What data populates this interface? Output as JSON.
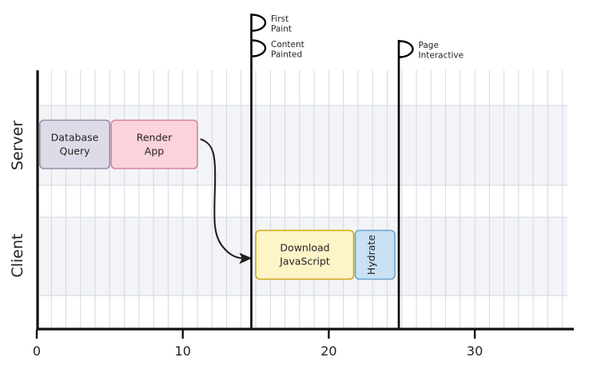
{
  "chart_data": {
    "type": "bar",
    "title": "",
    "subtitle": "",
    "xlabel": "",
    "ylabel": "",
    "xlim": [
      0,
      36.7
    ],
    "xticks": [
      0,
      10,
      20,
      30
    ],
    "xtick_labels": [
      "0",
      "10",
      "20",
      "30"
    ],
    "minor_tick_step": 1,
    "grid": true,
    "legend": "none",
    "orientation": "horizontal-timeline",
    "lanes": [
      {
        "name": "Server",
        "label": "Server"
      },
      {
        "name": "Client",
        "label": "Client"
      }
    ],
    "series": [
      {
        "name": "Database Query",
        "lane": "Server",
        "start": 0.2,
        "end": 5.0,
        "duration": 4.8,
        "fill": "#dedbe8",
        "stroke": "#958fa8"
      },
      {
        "name": "Render App",
        "lane": "Server",
        "start": 5.1,
        "end": 11.0,
        "duration": 5.9,
        "fill": "#fad3dc",
        "stroke": "#d4849c"
      },
      {
        "name": "Download JavaScript",
        "lane": "Client",
        "start": 15.0,
        "end": 21.7,
        "duration": 6.7,
        "fill": "#fdf4c8",
        "stroke": "#ccaa10"
      },
      {
        "name": "Hydrate",
        "lane": "Client",
        "start": 21.8,
        "end": 24.5,
        "duration": 2.7,
        "fill": "#c8e1f3",
        "stroke": "#6ba4cc"
      }
    ],
    "markers": [
      {
        "name": "First Paint",
        "label_line1": "First",
        "label_line2": "Paint",
        "x": 15.0
      },
      {
        "name": "Content Painted",
        "label_line1": "Content",
        "label_line2": "Painted",
        "x": 15.0
      },
      {
        "name": "Page Interactive",
        "label_line1": "Page",
        "label_line2": "Interactive",
        "x": 24.8
      }
    ],
    "annotations": [
      {
        "name": "server-to-client-handoff",
        "type": "curved-arrow",
        "from": 11.3,
        "to": 15.0
      }
    ]
  },
  "labels": {
    "lane_server": "Server",
    "lane_client": "Client",
    "bar_database_query_l1": "Database",
    "bar_database_query_l2": "Query",
    "bar_render_app_l1": "Render",
    "bar_render_app_l2": "App",
    "bar_download_js_l1": "Download",
    "bar_download_js_l2": "JavaScript",
    "bar_hydrate": "Hydrate",
    "marker_first_paint_l1": "First",
    "marker_first_paint_l2": "Paint",
    "marker_content_painted_l1": "Content",
    "marker_content_painted_l2": "Painted",
    "marker_page_interactive_l1": "Page",
    "marker_page_interactive_l2": "Interactive",
    "xtick_0": "0",
    "xtick_10": "10",
    "xtick_20": "20",
    "xtick_30": "30"
  },
  "colors": {
    "background": "#ffffff",
    "band": "#f3f4f7",
    "gridline": "#d5d7e3",
    "axis": "#111111",
    "text": "#231f20",
    "database_query_fill": "#dedbe8",
    "database_query_stroke": "#958fa8",
    "render_app_fill": "#fad3dc",
    "render_app_stroke": "#d4849c",
    "download_js_fill": "#fdf4c8",
    "download_js_stroke": "#ccaa10",
    "hydrate_fill": "#c8e1f3",
    "hydrate_stroke": "#6ba4cc"
  }
}
